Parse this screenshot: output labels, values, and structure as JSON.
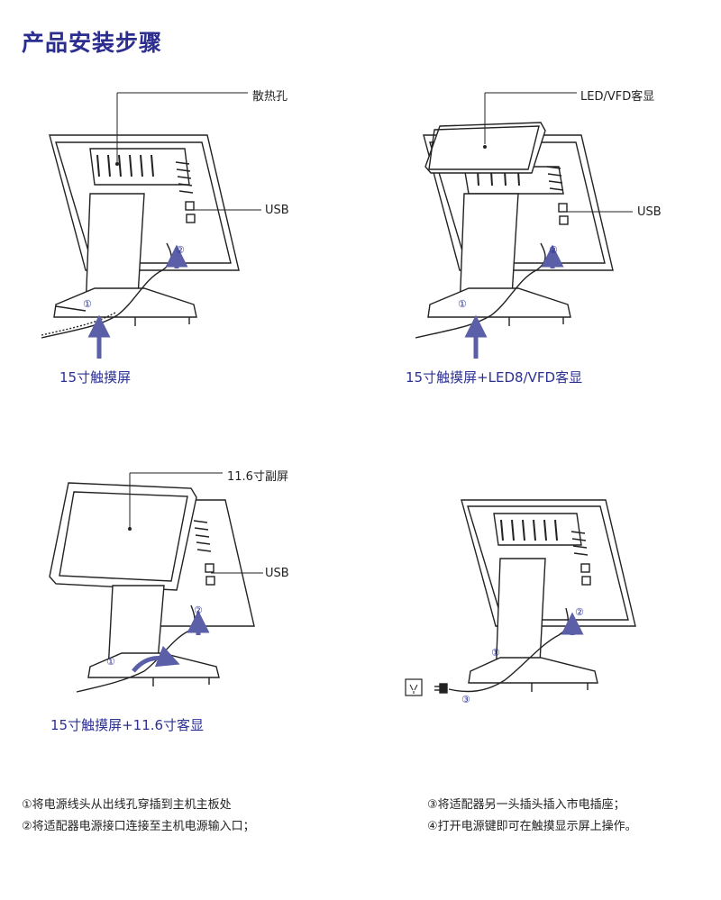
{
  "title": "产品安装步骤",
  "figures": [
    {
      "callout_top": "散热孔",
      "callout_usb": "USB",
      "caption": "15寸触摸屏",
      "m1": "①",
      "m2": "②"
    },
    {
      "callout_top": "LED/VFD客显",
      "callout_usb": "USB",
      "caption": "15寸触摸屏+LED8/VFD客显",
      "m1": "①",
      "m2": "②"
    },
    {
      "callout_top": "11.6寸副屏",
      "callout_usb": "USB",
      "caption": "15寸触摸屏+11.6寸客显",
      "m1": "①",
      "m2": "②"
    },
    {
      "m1": "①",
      "m2": "②",
      "m3": "③"
    }
  ],
  "steps": [
    "①将电源线头从出线孔穿插到主机主板处",
    "②将适配器电源接口连接至主机电源输入口；",
    "③将适配器另一头插头插入市电插座；",
    "④打开电源键即可在触摸显示屏上操作。"
  ],
  "colors": {
    "title": "#2b2d8f",
    "caption": "#2d3192",
    "arrow": "#5a5fa8"
  }
}
